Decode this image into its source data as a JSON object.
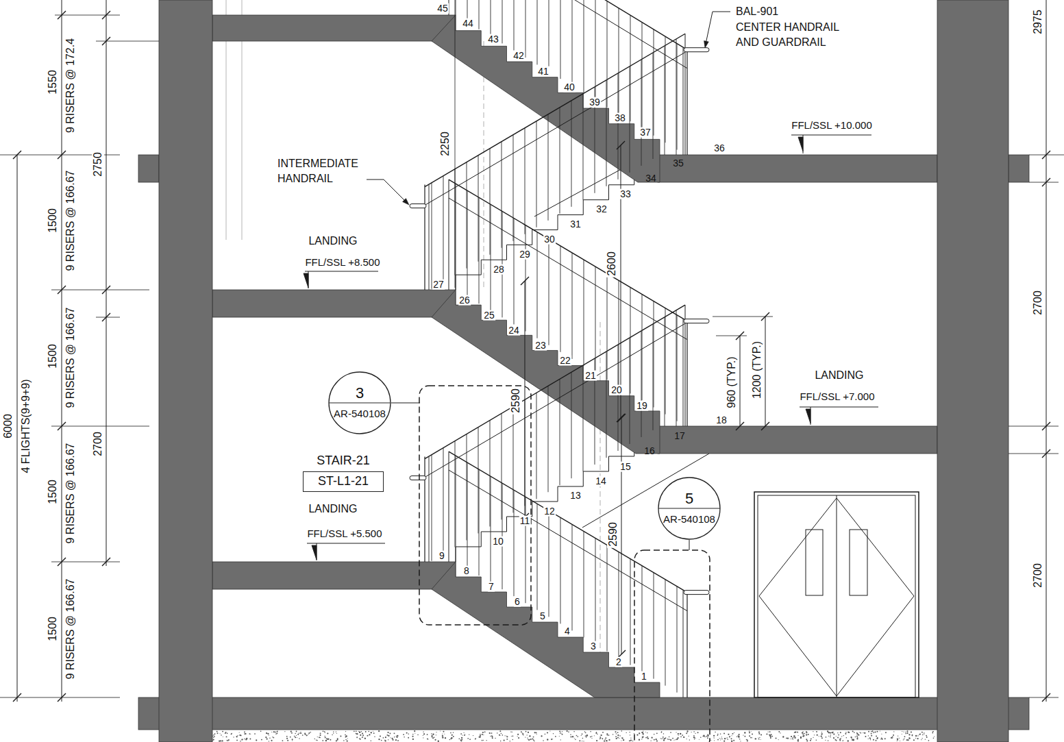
{
  "diagram": {
    "nodes": [
      {
        "text": [
          "3",
          "AR-540108"
        ]
      },
      {
        "text": [
          "STAIR-21",
          "ST-L1-21"
        ]
      },
      {
        "text": [
          "5",
          "AR-540108"
        ]
      }
    ],
    "labels": [
      "BAL-901",
      "CENTER HANDRAIL AND GUARDRAIL",
      "FFL/SSL +10.000",
      "INTERMEDIATE HANDRAIL",
      "LANDING",
      "FFL/SSL +8.500",
      "LANDING",
      "FFL/SSL +7.000",
      "LANDING",
      "FFL/SSL +5.500",
      "2975",
      "2700",
      "2700",
      "1550",
      "9 RISERS @ 172.4",
      "2750",
      "1500",
      "9 RISERS @ 166.67",
      "1500",
      "9 RISERS @ 166.67",
      "2700",
      "1500",
      "9 RISERS @ 166.67",
      "1500",
      "9 RISERS @ 166.67",
      "6000",
      "4 FLIGHTS(9+9+9)",
      "2250",
      "2600",
      "2590",
      "2590",
      "960 (TYP.)",
      "1200 (TYP.)",
      "1",
      "2",
      "3",
      "4",
      "5",
      "6",
      "7",
      "8",
      "9",
      "10",
      "11",
      "12",
      "13",
      "14",
      "15",
      "16",
      "17",
      "18",
      "19",
      "20",
      "21",
      "22",
      "23",
      "24",
      "25",
      "26",
      "27",
      "28",
      "29",
      "30",
      "31",
      "32",
      "33",
      "34",
      "35",
      "36",
      "37",
      "38",
      "39",
      "40",
      "41",
      "42",
      "43",
      "44",
      "45"
    ]
  }
}
